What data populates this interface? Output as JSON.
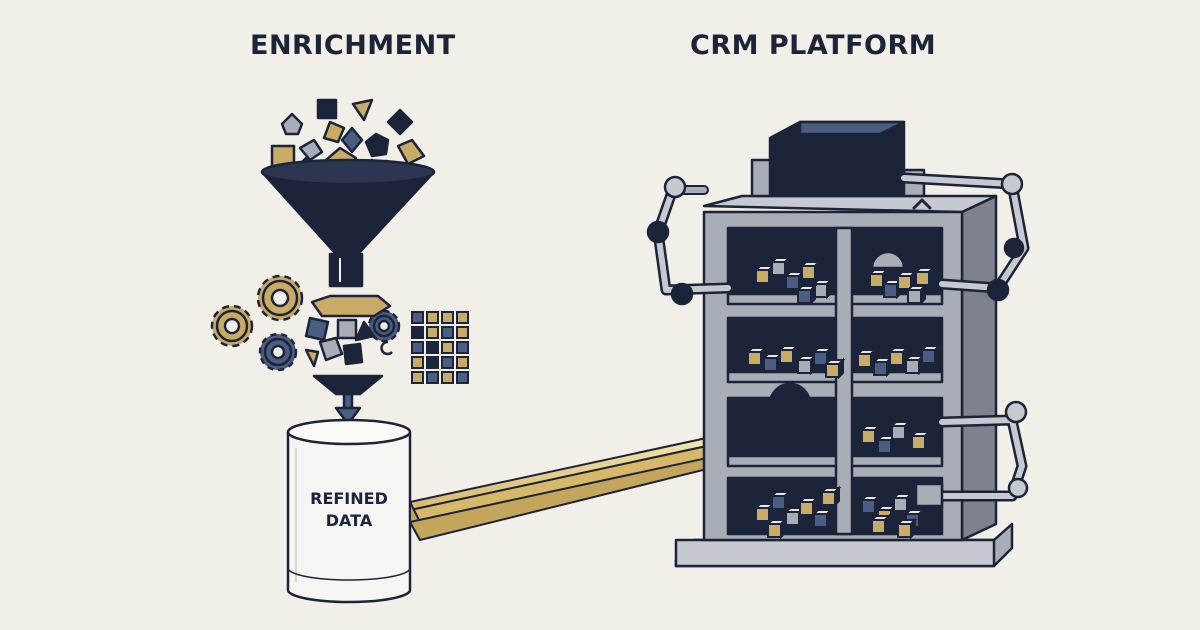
{
  "headings": {
    "left": "ENRICHMENT",
    "right": "CRM PLATFORM"
  },
  "jar": {
    "line1": "REFINED",
    "line2": "DATA"
  },
  "colors": {
    "background": "#f2efe9",
    "navy": "#1b2438",
    "slate": "#4a5d82",
    "gold": "#c9ab66",
    "steel": "#a9adb6",
    "beam": "#e6cf86"
  }
}
